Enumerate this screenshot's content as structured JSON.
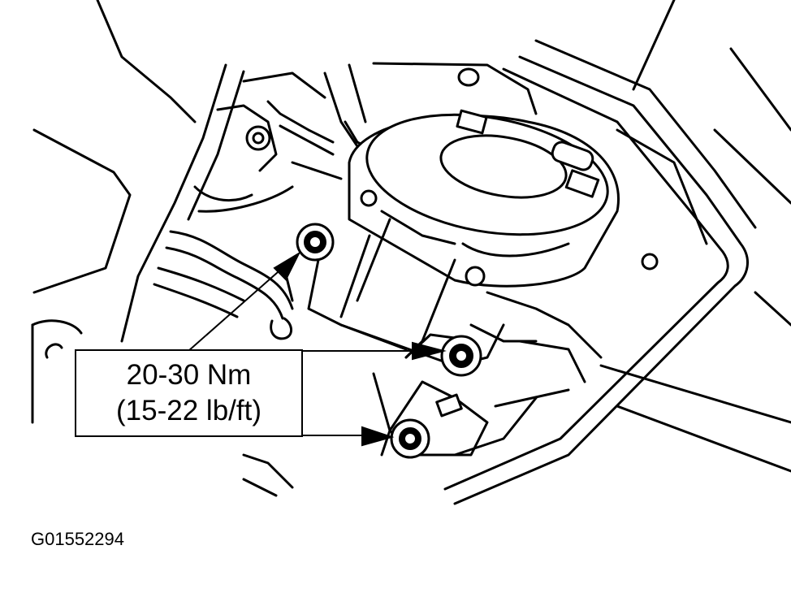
{
  "callout": {
    "torque_metric": "20-30 Nm",
    "torque_imperial": "(15-22 lb/ft)"
  },
  "figure": {
    "id": "G01552294"
  }
}
